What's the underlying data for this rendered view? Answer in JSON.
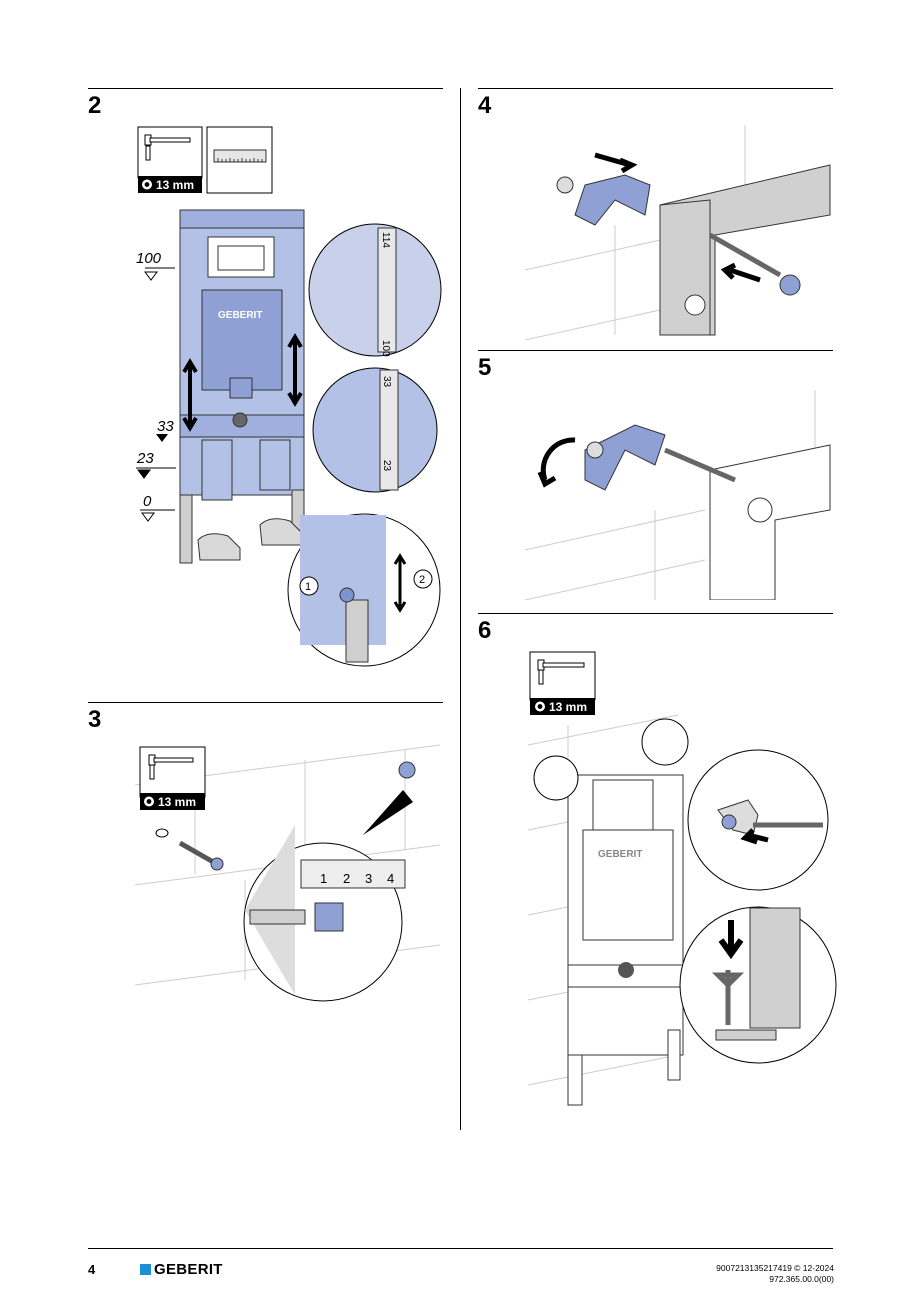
{
  "steps": [
    {
      "number": "2",
      "tool_size": "13 mm",
      "levels": [
        "100",
        "33",
        "23",
        "0"
      ],
      "ruler_top": [
        "114",
        "100"
      ],
      "ruler_mid": [
        "33",
        "23"
      ],
      "callouts": [
        "1",
        "2"
      ],
      "brand_on_cistern": "GEBERIT"
    },
    {
      "number": "3",
      "tool_size": "13 mm",
      "tape_ticks": [
        "1",
        "2",
        "3",
        "4"
      ]
    },
    {
      "number": "4"
    },
    {
      "number": "5"
    },
    {
      "number": "6",
      "tool_size": "13 mm",
      "brand_on_cistern": "GEBERIT"
    }
  ],
  "footer": {
    "page_number": "4",
    "brand": "GEBERIT",
    "doc_id": "9007213135217419 © 12-2024",
    "doc_code": "972.365.00.0(00)"
  },
  "colors": {
    "accent_blue": "#a9b8e0",
    "brand_blue": "#1a8fd6",
    "frame_gray": "#c8c8c8"
  }
}
